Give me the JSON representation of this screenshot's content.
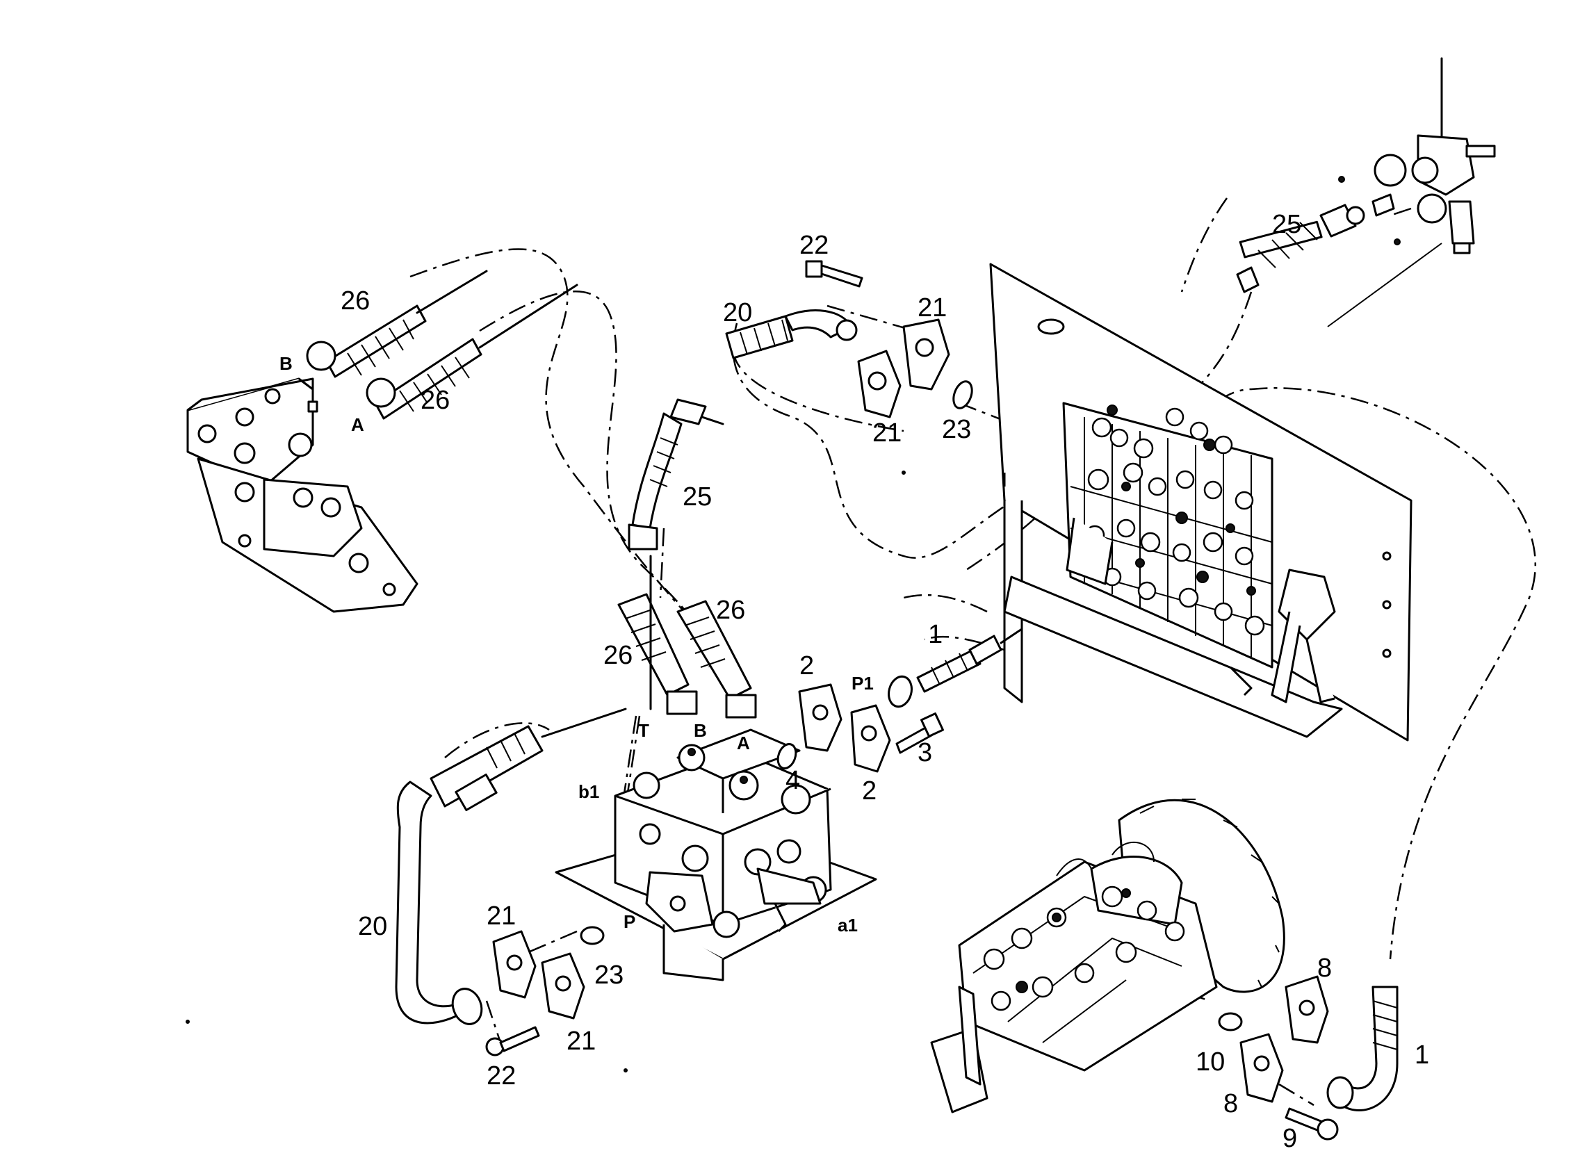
{
  "callouts": [
    {
      "id": "c26a",
      "text": "26"
    },
    {
      "id": "c26b",
      "text": "26"
    },
    {
      "id": "c26c",
      "text": "26"
    },
    {
      "id": "c26d",
      "text": "26"
    },
    {
      "id": "c25a",
      "text": "25"
    },
    {
      "id": "c25b",
      "text": "25"
    },
    {
      "id": "c22a",
      "text": "22"
    },
    {
      "id": "c22b",
      "text": "22"
    },
    {
      "id": "c21a",
      "text": "21"
    },
    {
      "id": "c21b",
      "text": "21"
    },
    {
      "id": "c21c",
      "text": "21"
    },
    {
      "id": "c21d",
      "text": "21"
    },
    {
      "id": "c20a",
      "text": "20"
    },
    {
      "id": "c20b",
      "text": "20"
    },
    {
      "id": "c23a",
      "text": "23"
    },
    {
      "id": "c23b",
      "text": "23"
    },
    {
      "id": "c1a",
      "text": "1"
    },
    {
      "id": "c1b",
      "text": "1"
    },
    {
      "id": "c2a",
      "text": "2"
    },
    {
      "id": "c2b",
      "text": "2"
    },
    {
      "id": "c3",
      "text": "3"
    },
    {
      "id": "c4",
      "text": "4"
    },
    {
      "id": "c8a",
      "text": "8"
    },
    {
      "id": "c8b",
      "text": "8"
    },
    {
      "id": "c9",
      "text": "9"
    },
    {
      "id": "c10",
      "text": "10"
    }
  ],
  "ports": [
    {
      "id": "pB1",
      "text": "B"
    },
    {
      "id": "pA1",
      "text": "A"
    },
    {
      "id": "pT",
      "text": "T"
    },
    {
      "id": "pB2",
      "text": "B"
    },
    {
      "id": "pA2",
      "text": "A"
    },
    {
      "id": "pb1",
      "text": "b1"
    },
    {
      "id": "pP1",
      "text": "P1"
    },
    {
      "id": "pP",
      "text": "P"
    },
    {
      "id": "pa1",
      "text": "a1"
    }
  ]
}
